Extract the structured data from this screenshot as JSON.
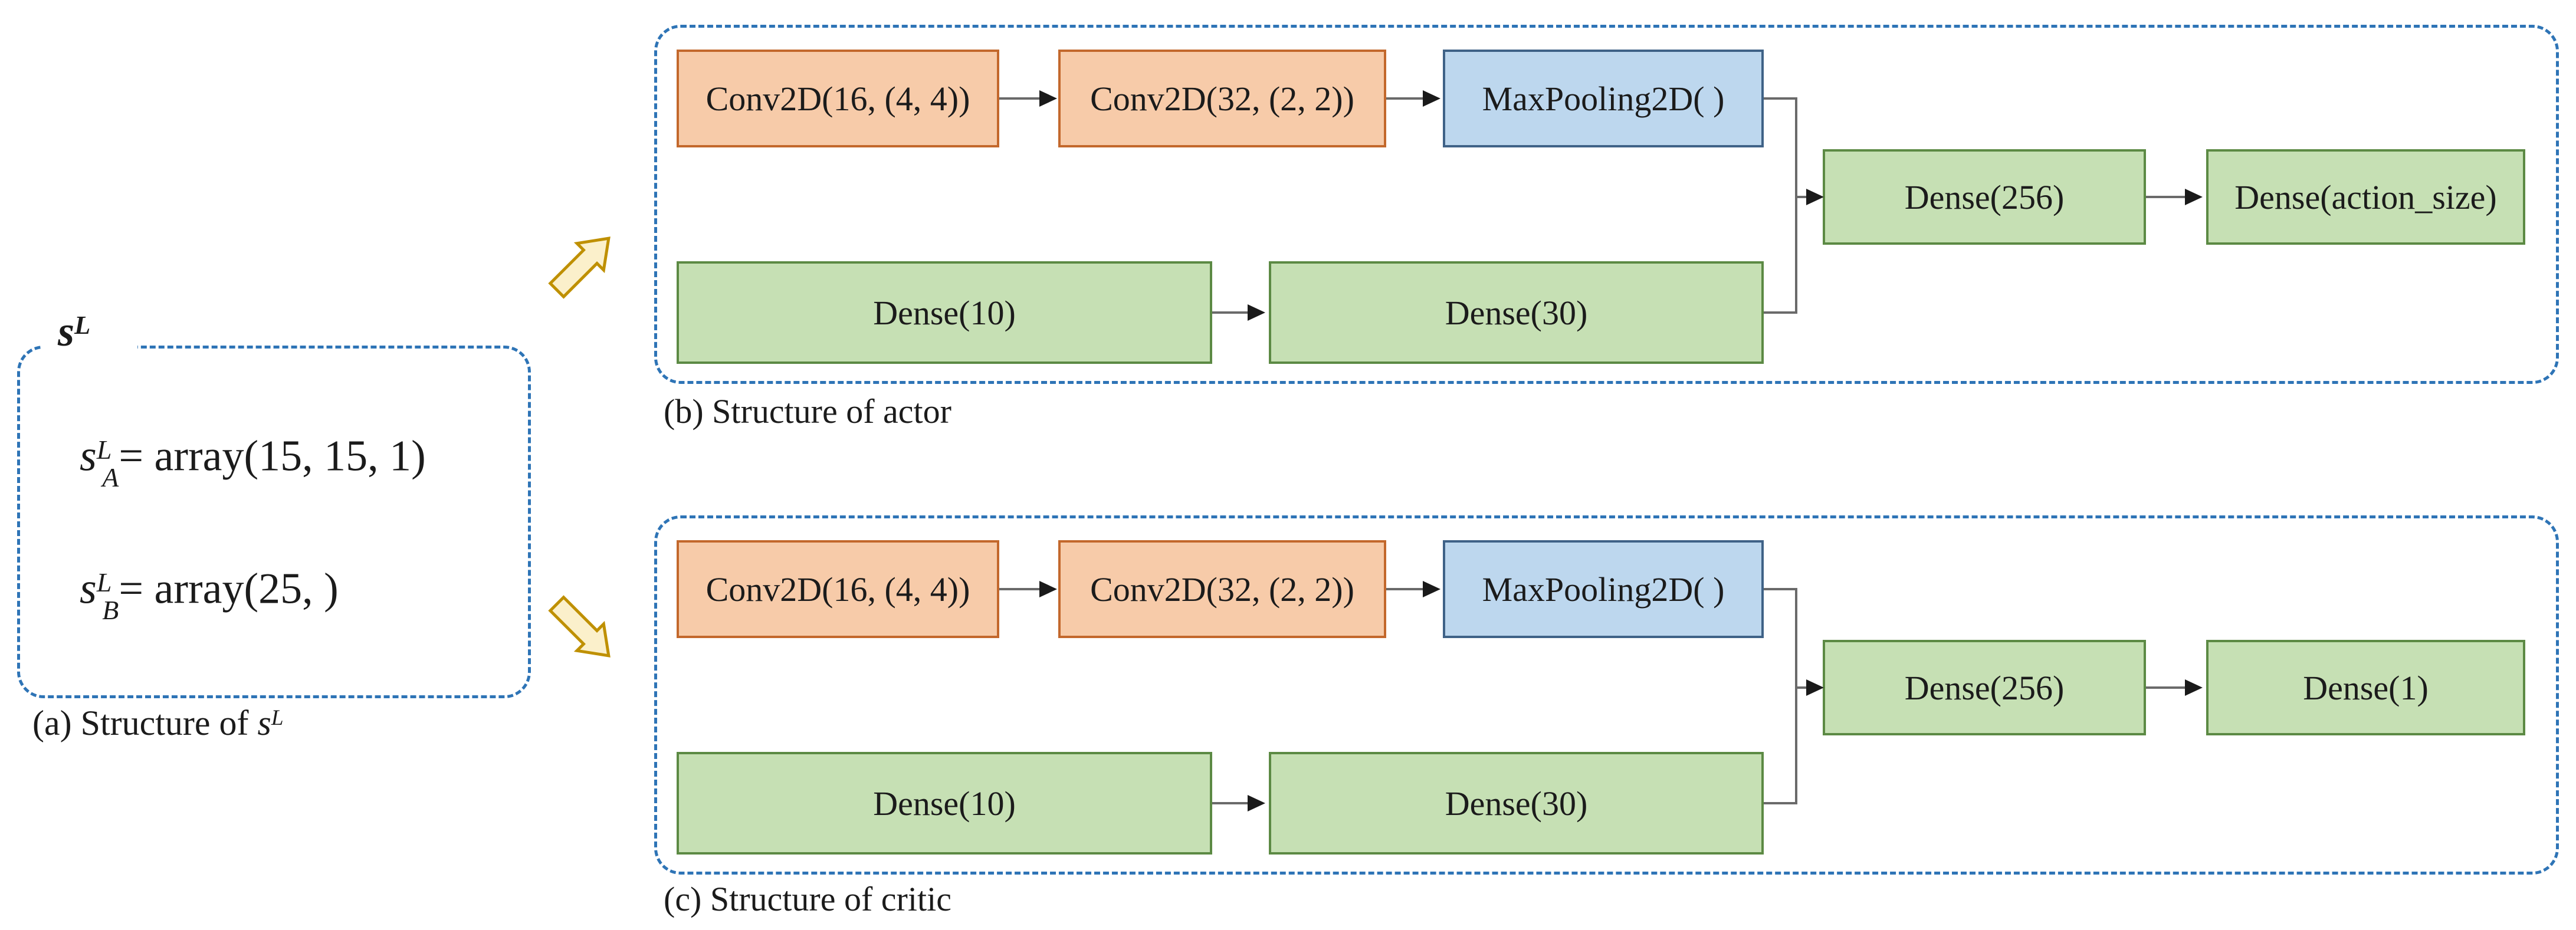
{
  "colors": {
    "dashed_border": "#2E74B6",
    "conv_fill": "#F7CBA9",
    "conv_border": "#C3682C",
    "pool_fill": "#BDD7EE",
    "pool_border": "#3F6287",
    "dense_fill": "#C6E0B4",
    "dense_border": "#5C8A44",
    "block_arrow_fill": "#FBF0CB",
    "block_arrow_border": "#BF9000",
    "connector_line": "#6a6a6a"
  },
  "panel_a": {
    "header": {
      "base": "s",
      "sup": "L"
    },
    "lines": [
      {
        "base": "s",
        "sup": "L",
        "sub": "A",
        "rest": "= array(15, 15, 1)"
      },
      {
        "base": "s",
        "sup": "L",
        "sub": "B",
        "rest": "= array(25, )"
      }
    ],
    "caption": {
      "prefix": "(a) Structure of ",
      "base": "s",
      "sup": "L"
    }
  },
  "panel_b": {
    "caption": "(b) Structure of actor",
    "nodes": {
      "conv1": "Conv2D(16, (4, 4))",
      "conv2": "Conv2D(32, (2, 2))",
      "maxpool": "MaxPooling2D( )",
      "dense_a": "Dense(10)",
      "dense_b": "Dense(30)",
      "dense_merge": "Dense(256)",
      "output": "Dense(action_size)"
    }
  },
  "panel_c": {
    "caption": "(c) Structure of critic",
    "nodes": {
      "conv1": "Conv2D(16, (4, 4))",
      "conv2": "Conv2D(32, (2, 2))",
      "maxpool": "MaxPooling2D( )",
      "dense_a": "Dense(10)",
      "dense_b": "Dense(30)",
      "dense_merge": "Dense(256)",
      "output": "Dense(1)"
    }
  }
}
